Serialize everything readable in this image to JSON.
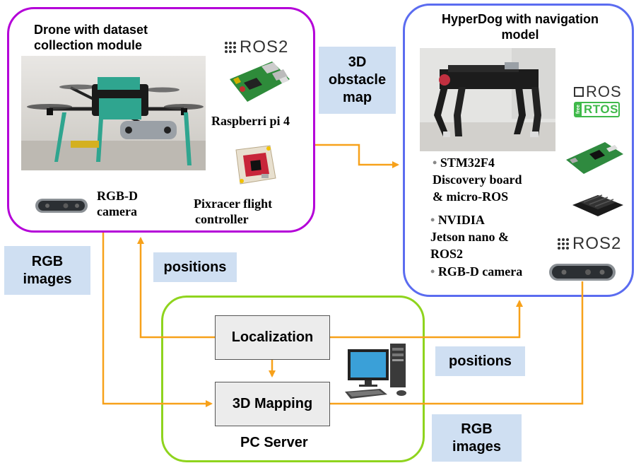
{
  "drone": {
    "title": "Drone with dataset collection module",
    "title_line1": "Drone with dataset",
    "title_line2": "collection module",
    "ros_logo": "ROS2",
    "rpi_label": "Raspberri pi 4",
    "rgbd_line1": "RGB-D",
    "rgbd_line2": "camera",
    "pix_line1": "Pixracer flight",
    "pix_line2": "controller"
  },
  "hyperdog": {
    "title_line1": "HyperDog with navigation",
    "title_line2": "model",
    "b1_line1": "STM32F4",
    "b1_line2": "Discovery board",
    "b1_line3": "& micro-ROS",
    "b2_line1": "NVIDIA",
    "b2_line2": "Jetson nano &",
    "b2_line3": "ROS2",
    "b3_line1": "RGB-D camera",
    "ros_logo": "ROS",
    "rtos_prefix": "free",
    "rtos_logo": "RTOS",
    "ros2_logo": "ROS2"
  },
  "server": {
    "title": "PC Server",
    "localization": "Localization",
    "mapping": "3D Mapping"
  },
  "tags": {
    "obstacle_line1": "3D",
    "obstacle_line2": "obstacle",
    "obstacle_line3": "map",
    "rgb_left_line1": "RGB",
    "rgb_left_line2": "images",
    "positions_left": "positions",
    "positions_right": "positions",
    "rgb_right_line1": "RGB",
    "rgb_right_line2": "images"
  },
  "colors": {
    "drone_border": "#b400d8",
    "hyperdog_border": "#5b6cf0",
    "server_border": "#8fd41e",
    "arrow": "#f7a11a",
    "tag_bg": "#cfdff2"
  },
  "icons": {
    "ros_grid": "ros-dots-icon",
    "camera": "rgbd-camera-icon",
    "pc": "desktop-computer-icon"
  }
}
